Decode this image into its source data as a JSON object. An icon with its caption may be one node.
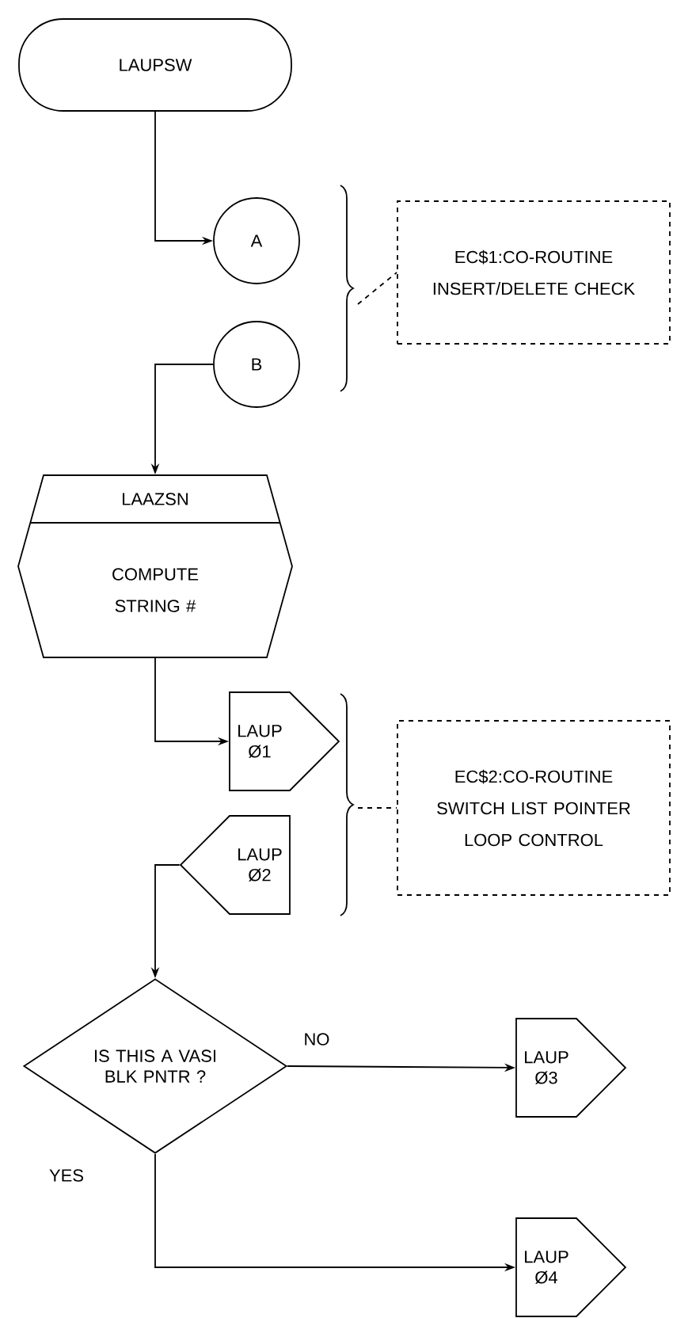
{
  "diagram": {
    "nodes": [
      {
        "text": [
          "LAUPSW"
        ]
      },
      {
        "text": [
          "A"
        ]
      },
      {
        "text": [
          "B"
        ]
      },
      {
        "text": [
          "EC$1:CO-ROUTINE INSERT/DELETE CHECK"
        ]
      },
      {
        "text": [
          "LAAZSN",
          "COMPUTE STRING #"
        ]
      },
      {
        "text": [
          "LAUP Ø1"
        ]
      },
      {
        "text": [
          "LAUP Ø2"
        ]
      },
      {
        "text": [
          "EC$2:CO-ROUTINE SWITCH LIST POINTER LOOP CONTROL"
        ]
      },
      {
        "text": [
          "IS THIS A VASI BLK PNTR ?"
        ]
      },
      {
        "text": [
          "LAUP Ø3"
        ]
      },
      {
        "text": [
          "LAUP Ø4"
        ]
      }
    ],
    "edges": [
      {
        "from": 0,
        "to": 1,
        "arrow": "to"
      },
      {
        "from": 2,
        "to": 4,
        "arrow": "to"
      },
      {
        "from": 4,
        "to": 5,
        "arrow": "to"
      },
      {
        "from": 6,
        "to": 8,
        "arrow": "to"
      },
      {
        "from": 8,
        "to": 9,
        "arrow": "to",
        "label": "NO"
      },
      {
        "from": 8,
        "to": 10,
        "arrow": "to",
        "label": "YES"
      },
      {
        "from": null,
        "to": 3,
        "arrow": "none",
        "style": "dashed"
      },
      {
        "from": null,
        "to": 7,
        "arrow": "none",
        "style": "dashed"
      }
    ]
  }
}
